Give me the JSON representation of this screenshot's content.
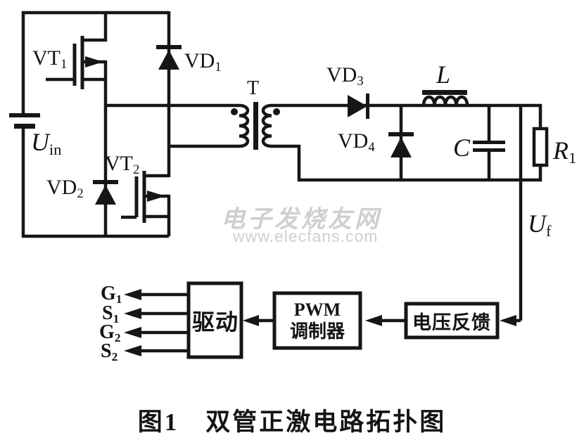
{
  "labels": {
    "vt1": {
      "main": "VT",
      "sub": "1"
    },
    "vd1": {
      "main": "VD",
      "sub": "1"
    },
    "uin": {
      "main": "U",
      "sub": "in"
    },
    "vt2": {
      "main": "VT",
      "sub": "2"
    },
    "vd2": {
      "main": "VD",
      "sub": "2"
    },
    "t": {
      "main": "T"
    },
    "vd3": {
      "main": "VD",
      "sub": "3"
    },
    "l": {
      "main": "L"
    },
    "vd4": {
      "main": "VD",
      "sub": "4"
    },
    "c": {
      "main": "C"
    },
    "r1": {
      "main": "R",
      "sub": "1"
    },
    "uf": {
      "main": "U",
      "sub": "f"
    },
    "g1": {
      "main": "G",
      "sub": "1"
    },
    "s1": {
      "main": "S",
      "sub": "1"
    },
    "g2": {
      "main": "G",
      "sub": "2"
    },
    "s2": {
      "main": "S",
      "sub": "2"
    }
  },
  "blocks": {
    "drive": "驱动",
    "pwm_line1": "PWM",
    "pwm_line2": "调制器",
    "feedback": "电压反馈"
  },
  "watermark": {
    "line1": "电子发烧友网",
    "line2": "www.elecfans.com"
  },
  "caption": {
    "fig": "图1",
    "title": "双管正激电路拓扑图"
  },
  "colors": {
    "line": "#161616",
    "background": "#ffffff",
    "watermark": "#cfcfcf"
  }
}
